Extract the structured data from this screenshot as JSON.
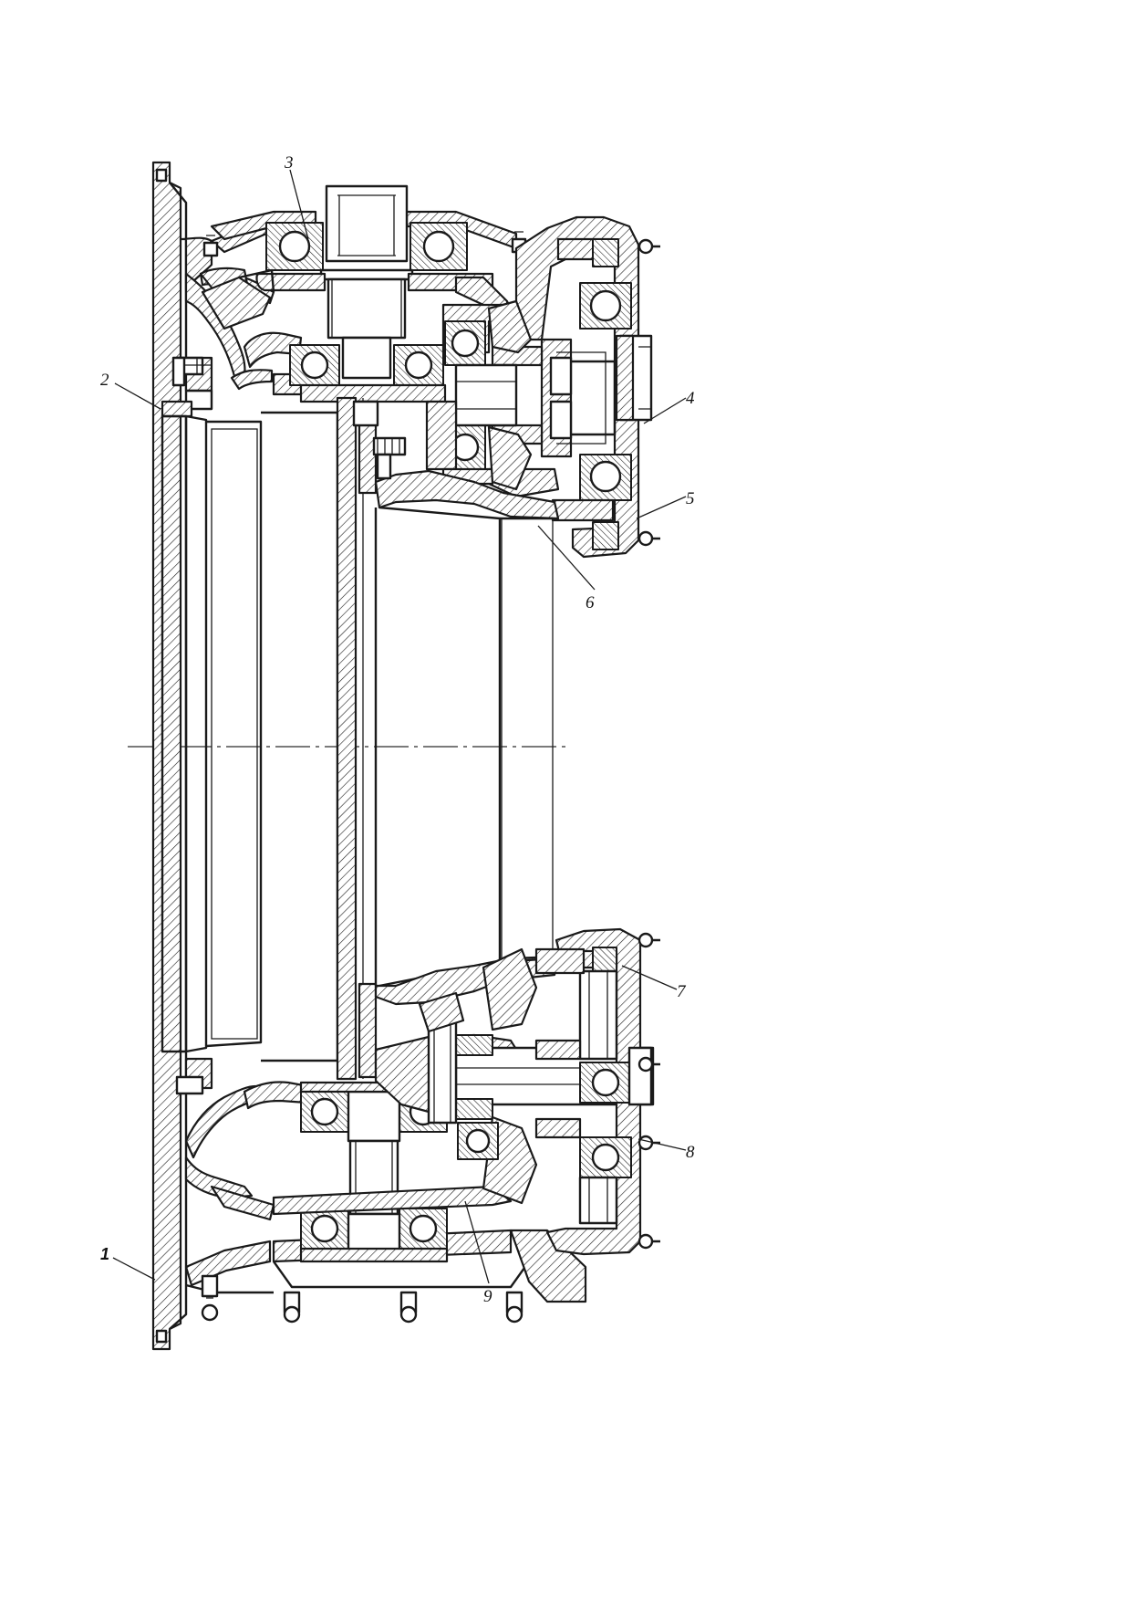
{
  "figure": {
    "callouts": [
      {
        "id": "1",
        "label": "1"
      },
      {
        "id": "2",
        "label": "2"
      },
      {
        "id": "3",
        "label": "3"
      },
      {
        "id": "4",
        "label": "4"
      },
      {
        "id": "5",
        "label": "5"
      },
      {
        "id": "6",
        "label": "6"
      },
      {
        "id": "7",
        "label": "7"
      },
      {
        "id": "8",
        "label": "8"
      },
      {
        "id": "9",
        "label": "9"
      }
    ]
  },
  "colors": {
    "ink": "#1a1a1a",
    "paper": "#ffffff"
  }
}
